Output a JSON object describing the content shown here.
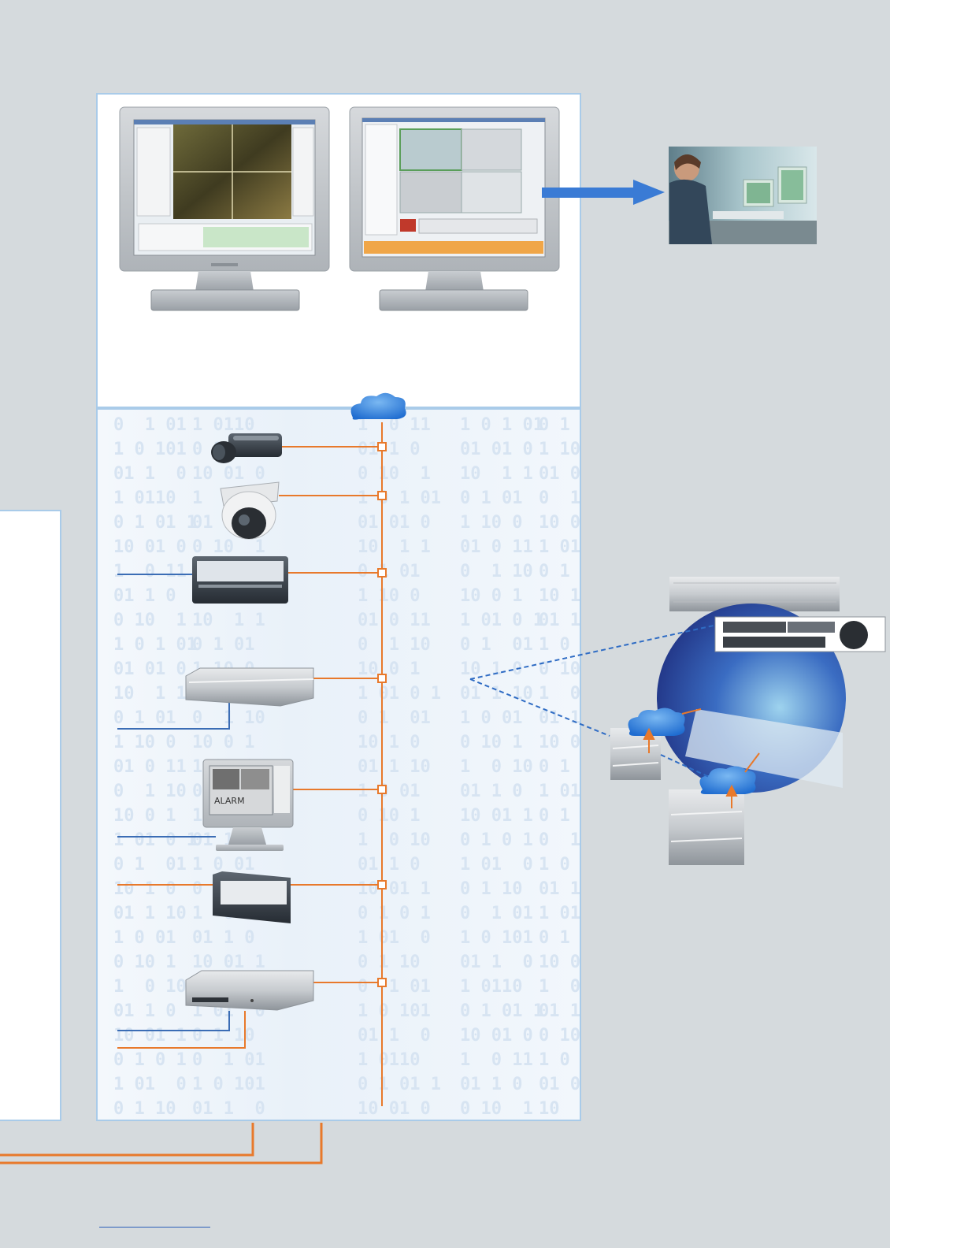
{
  "colors": {
    "page_background": "#d5dadd",
    "panel_border": "#a9cbe9",
    "network_line": "#e8792b",
    "video_line": "#3b6db5",
    "arrow_blue": "#3a7bd5",
    "cloud_blue": "#2f7fd8"
  },
  "binary_pattern": [
    "0  1 01",
    "1 0 101",
    "01 1  0",
    "1 0110 ",
    "0 1 01 1",
    "10 01 0",
    "1  0 11",
    "01 1 0 ",
    "0 10  1",
    "1 0 1 01",
    "01 01 0",
    "10  1 1",
    "0 1 01 ",
    "1 10 0 ",
    "01 0 11",
    "0  1 10",
    "10 0 1 ",
    "1 01 0 1",
    "0 1  01",
    "10 1 0 ",
    "01 1 10",
    "1 0 01 ",
    "0 10 1 ",
    "1  0 10",
    "01 1 0 ",
    "10 01 1",
    "0 1 0 1",
    "1 01  0",
    "0 1 10 "
  ],
  "icons": {
    "workstation_left": "workstation-monitor-icon",
    "workstation_right": "workstation-monitor-icon",
    "operator_photo": "control-room-operator-icon",
    "network_cloud": "network-cloud-icon",
    "box_camera": "box-camera-icon",
    "dome_camera": "dome-camera-icon",
    "video_encoder": "video-encoder-icon",
    "dvr_recorder": "digital-video-recorder-icon",
    "monitor_decoder": "video-monitor-icon",
    "video_decoder": "video-decoder-icon",
    "network_recorder": "network-video-recorder-icon",
    "storage_array": "storage-array-icon",
    "iscsi_storage": "iscsi-storage-icon"
  }
}
